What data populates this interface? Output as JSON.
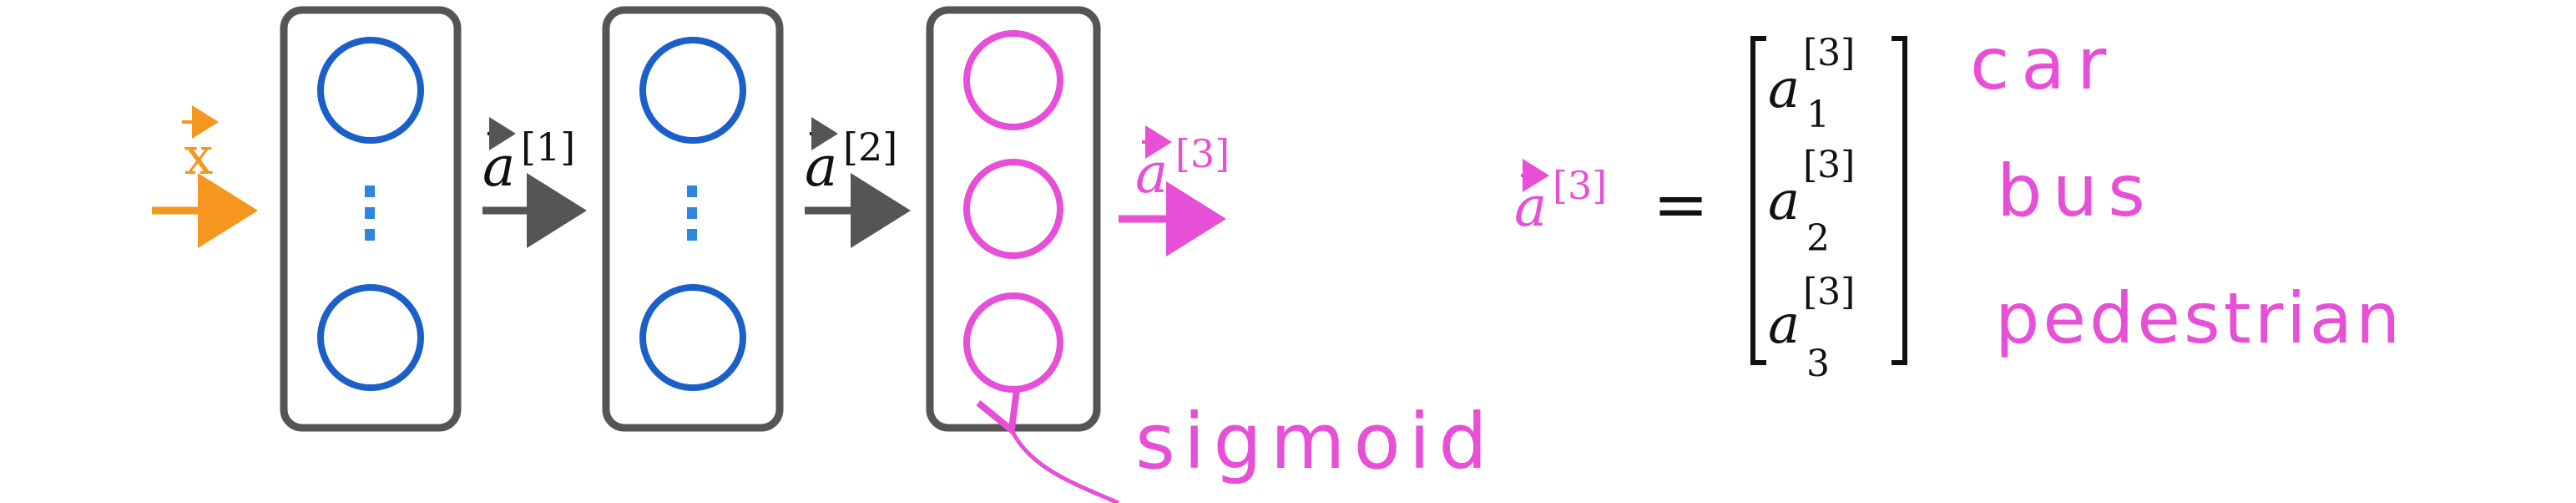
{
  "colors": {
    "layer_box": "#555555",
    "hidden_unit": "#1b5fc8",
    "output_unit": "#e64fd6",
    "input_arrow": "#f5961e",
    "hidden_arrow": "#555555",
    "text_dark": "#111111"
  },
  "network": {
    "input_label": "x",
    "activation_1_label": "a",
    "activation_1_superscript": "[1]",
    "activation_2_label": "a",
    "activation_2_superscript": "[2]",
    "activation_3_label": "a",
    "activation_3_superscript": "[3]"
  },
  "equation": {
    "lhs_label": "a",
    "lhs_superscript": "[3]",
    "equals": "=",
    "entries": [
      {
        "symbol": "a",
        "superscript": "[3]",
        "subscript": "1"
      },
      {
        "symbol": "a",
        "superscript": "[3]",
        "subscript": "2"
      },
      {
        "symbol": "a",
        "superscript": "[3]",
        "subscript": "3"
      }
    ]
  },
  "annotations": {
    "classes": [
      "car",
      "bus",
      "pedestrian"
    ],
    "sigmoid_note": "sigmoid"
  }
}
